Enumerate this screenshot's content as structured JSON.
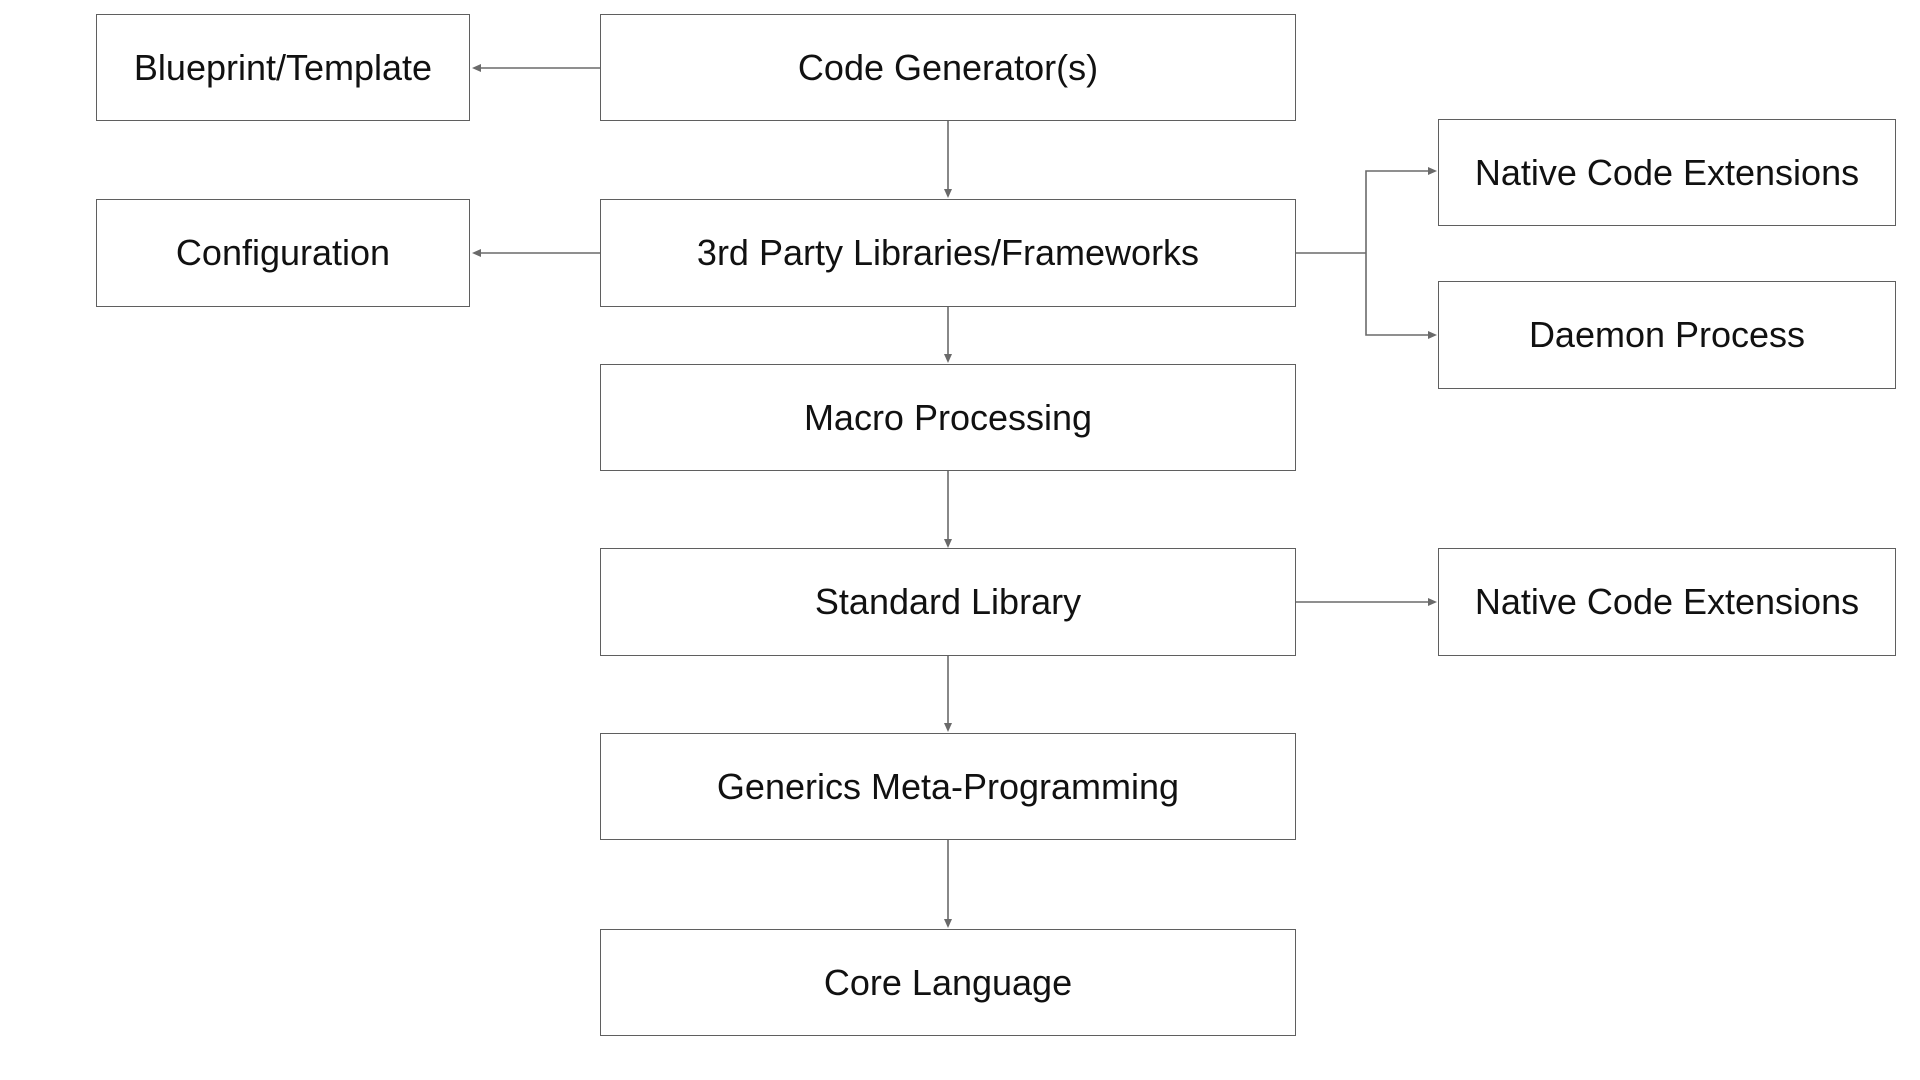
{
  "diagram": {
    "nodes": {
      "blueprint": {
        "label": "Blueprint/Template"
      },
      "code_generator": {
        "label": "Code Generator(s)"
      },
      "configuration": {
        "label": "Configuration"
      },
      "third_party": {
        "label": "3rd Party Libraries/Frameworks"
      },
      "native_ext_top": {
        "label": "Native Code Extensions"
      },
      "daemon": {
        "label": "Daemon Process"
      },
      "macro": {
        "label": "Macro Processing"
      },
      "standard_library": {
        "label": "Standard Library"
      },
      "native_ext_bottom": {
        "label": "Native Code Extensions"
      },
      "generics": {
        "label": "Generics Meta-Programming"
      },
      "core": {
        "label": "Core Language"
      }
    },
    "edges": [
      {
        "from": "code_generator",
        "to": "blueprint"
      },
      {
        "from": "code_generator",
        "to": "third_party"
      },
      {
        "from": "third_party",
        "to": "configuration"
      },
      {
        "from": "third_party",
        "to": "native_ext_top"
      },
      {
        "from": "third_party",
        "to": "daemon"
      },
      {
        "from": "third_party",
        "to": "macro"
      },
      {
        "from": "macro",
        "to": "standard_library"
      },
      {
        "from": "standard_library",
        "to": "native_ext_bottom"
      },
      {
        "from": "standard_library",
        "to": "generics"
      },
      {
        "from": "generics",
        "to": "core"
      }
    ]
  }
}
